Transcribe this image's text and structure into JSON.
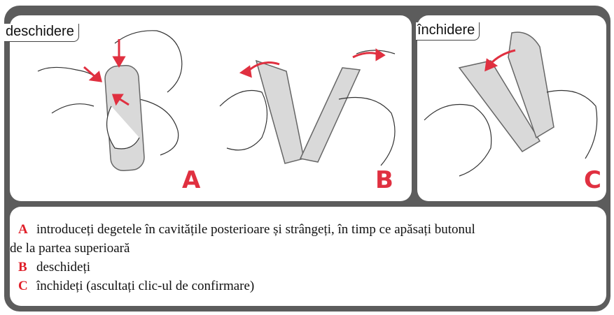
{
  "tags": {
    "open": "deschidere",
    "close": "închidere"
  },
  "panels": {
    "a": "A",
    "b": "B",
    "c": "C"
  },
  "instructions": [
    {
      "key": "A",
      "text": "introduceți degetele în cavitățile posterioare și strângeți, în timp ce apăsați butonul"
    },
    {
      "key": "",
      "text": "de la partea superioară"
    },
    {
      "key": "B",
      "text": "deschideți"
    },
    {
      "key": "C",
      "text": "închideți (ascultați clic-ul de confirmare)"
    }
  ],
  "colors": {
    "accent": "#e03040",
    "frame": "#5c5c5c"
  }
}
